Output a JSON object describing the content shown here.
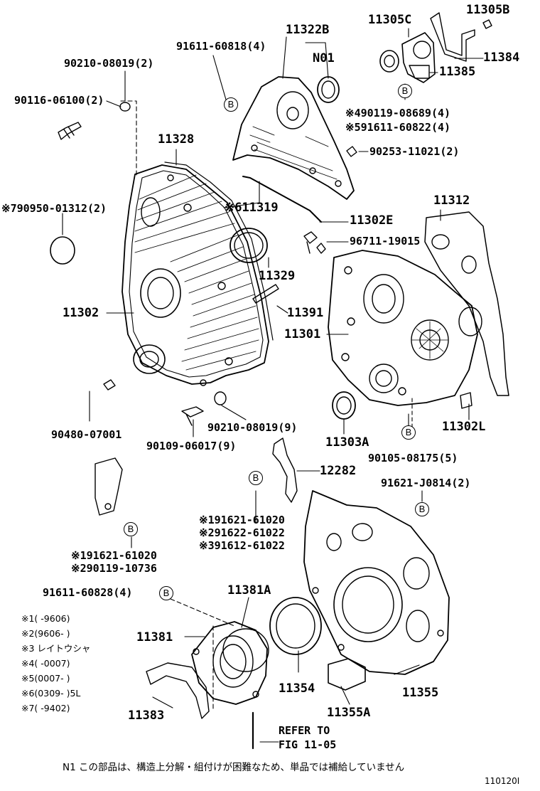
{
  "labels": {
    "l11305B": "11305B",
    "l11305C": "11305C",
    "l11322B": "11322B",
    "l91611_60818": "91611-60818(4)",
    "lN01": "N01",
    "l11384": "11384",
    "l90210_08019_2": "90210-08019(2)",
    "l11385": "11385",
    "l90116_06100": "90116-06100(2)",
    "l90119_08689": "※490119-08689(4)",
    "l91611_60822": "※591611-60822(4)",
    "l90253_11021": "90253-11021(2)",
    "l11328": "11328",
    "l90950_01312": "※790950-01312(2)",
    "l611319": "※611319",
    "l11312": "11312",
    "l11302E": "11302E",
    "l96711_19015": "96711-19015",
    "l11329": "11329",
    "l11302": "11302",
    "l11391": "11391",
    "l11301": "11301",
    "l90480_07001": "90480-07001",
    "l90210_08019_9": "90210-08019(9)",
    "l90109_06017": "90109-06017(9)",
    "l11303A": "11303A",
    "l11302L": "11302L",
    "l90105_08175": "90105-08175(5)",
    "l12282": "12282",
    "l91621_J0814": "91621-J0814(2)",
    "l91621_61020_a": "※191621-61020",
    "l91622_61022": "※291622-61022",
    "l91612_61022": "※391612-61022",
    "l91621_61020_b": "※191621-61020",
    "l90119_10736": "※290119-10736",
    "l91611_60828": "91611-60828(4)",
    "l11381A": "11381A",
    "l11381": "11381",
    "l11354": "11354",
    "l11355": "11355",
    "l11383": "11383",
    "l11355A": "11355A",
    "lRefer1": "REFER TO",
    "lRefer2": "FIG 11-05"
  },
  "bubble_letter": "B",
  "notes": [
    "※1(    -9606)",
    "※2(9606-    )",
    "※3 レイトウシャ",
    "※4(    -0007)",
    "※5(0007-    )",
    "※6(0309-    )5L",
    "※7(    -9402)"
  ],
  "footer": {
    "note": "N1 この部品は、構造上分解・組付けが困難なため、単品では補給していません",
    "code": "110120I"
  }
}
